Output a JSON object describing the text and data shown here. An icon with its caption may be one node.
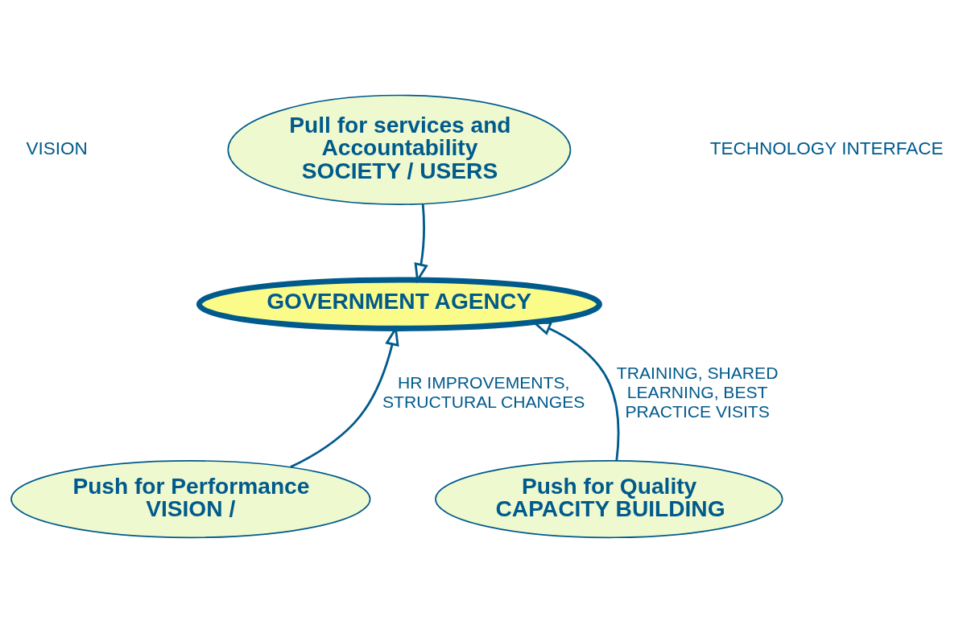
{
  "diagram": {
    "nodes": [
      {
        "text": [
          "Pull for services and Accountability",
          "SOCIETY / USERS"
        ]
      },
      {
        "text": [
          "GOVERNMENT AGENCY"
        ]
      },
      {
        "text": [
          "Push for Performance",
          "VISION /"
        ]
      },
      {
        "text": [
          "Push for Quality",
          "CAPACITY BUILDING"
        ]
      }
    ],
    "edges": [
      {
        "from": 0,
        "to": 1,
        "arrow": "to"
      },
      {
        "from": 2,
        "to": 1,
        "arrow": "to",
        "label": "HR IMPROVEMENTS, STRUCTURAL CHANGES"
      },
      {
        "from": 3,
        "to": 1,
        "arrow": "to",
        "label": "TRAINING, SHARED LEARNING, BEST PRACTICE VISITS"
      }
    ],
    "labels": [
      "VISION",
      "TECHNOLOGY INTERFACE"
    ]
  }
}
